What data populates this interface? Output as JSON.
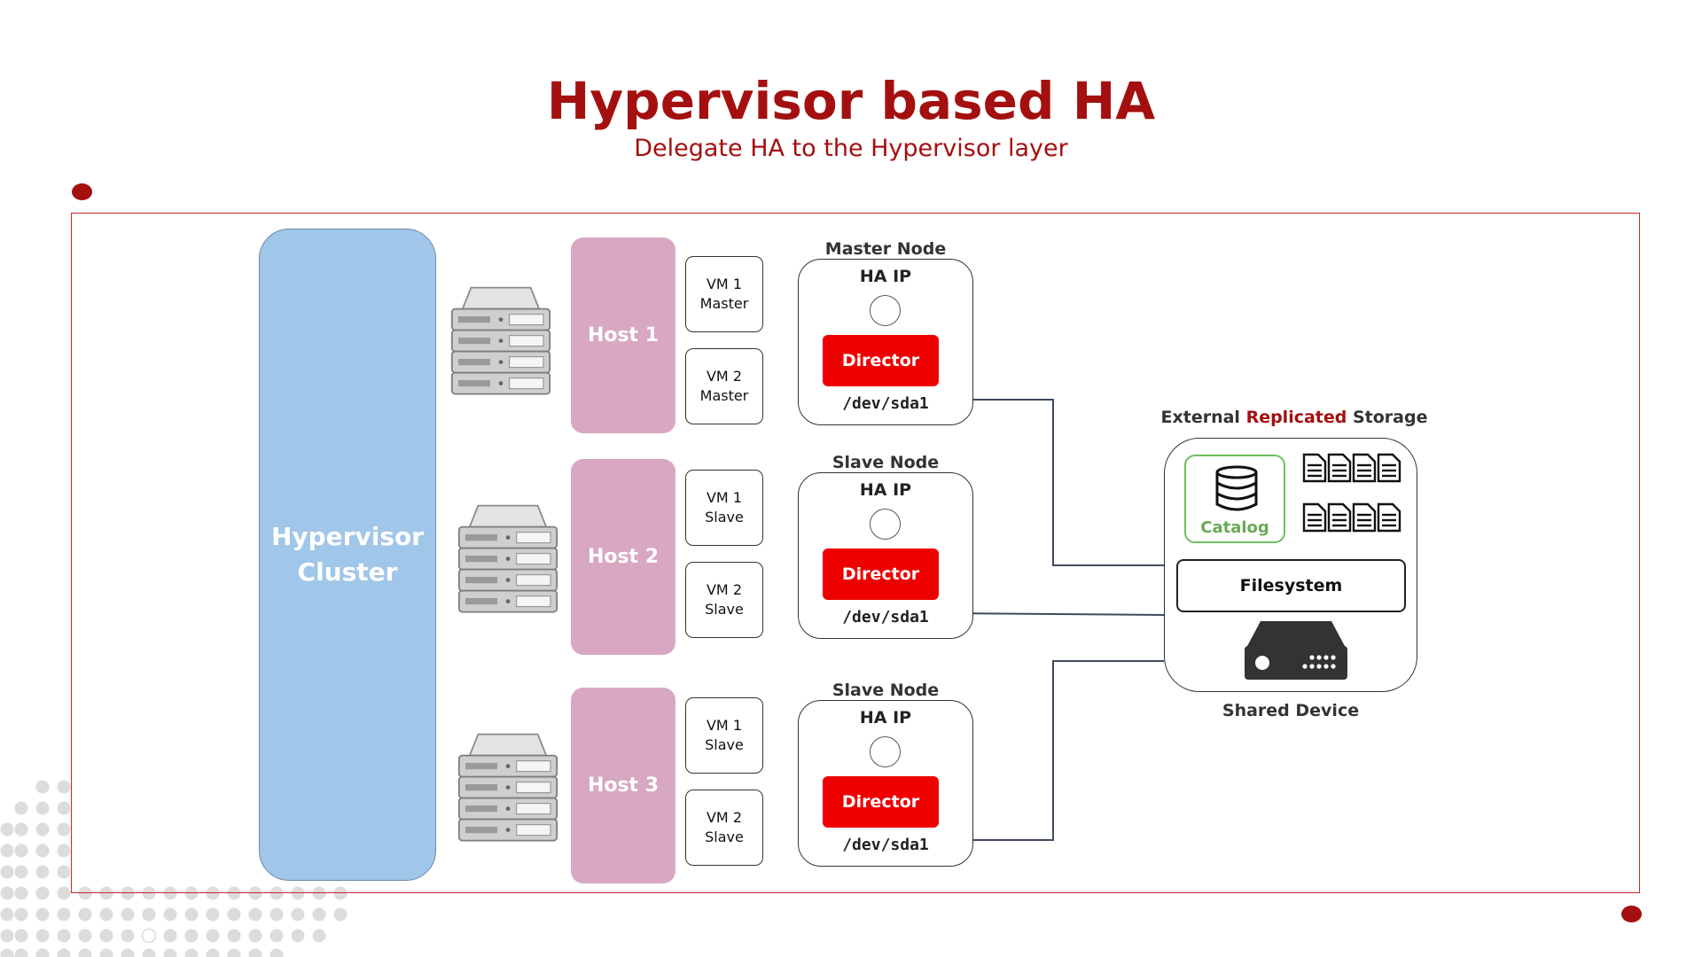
{
  "header": {
    "title": "Hypervisor based HA",
    "subtitle": "Delegate HA to the Hypervisor layer"
  },
  "colors": {
    "brand_red": "#a40f0f",
    "director_red": "#ee0000",
    "cluster_blue": "#a0c6e9",
    "host_pink": "#d8a7c1",
    "catalog_green": "#6cbf5b",
    "connector": "#3e4a5e"
  },
  "cluster": {
    "label_line1": "Hypervisor",
    "label_line2": "Cluster"
  },
  "hosts": [
    {
      "label": "Host 1",
      "vms": [
        {
          "line1": "VM 1",
          "line2": "Master"
        },
        {
          "line1": "VM 2",
          "line2": "Master"
        }
      ]
    },
    {
      "label": "Host 2",
      "vms": [
        {
          "line1": "VM 1",
          "line2": "Slave"
        },
        {
          "line1": "VM 2",
          "line2": "Slave"
        }
      ]
    },
    {
      "label": "Host 3",
      "vms": [
        {
          "line1": "VM 1",
          "line2": "Slave"
        },
        {
          "line1": "VM 2",
          "line2": "Slave"
        }
      ]
    }
  ],
  "nodes": [
    {
      "label": "Master Node",
      "ha_ip": "HA IP",
      "director": "Director",
      "device": "/dev/sda1"
    },
    {
      "label": "Slave Node",
      "ha_ip": "HA IP",
      "director": "Director",
      "device": "/dev/sda1"
    },
    {
      "label": "Slave Node",
      "ha_ip": "HA IP",
      "director": "Director",
      "device": "/dev/sda1"
    }
  ],
  "storage": {
    "label_prefix": "External ",
    "label_accent": "Replicated",
    "label_suffix": " Storage",
    "catalog": "Catalog",
    "filesystem": "Filesystem",
    "device_label": "Shared Device"
  },
  "icons": {
    "server": "server-rack-icon",
    "database": "database-icon",
    "documents": "document-icon",
    "device": "storage-device-icon"
  }
}
